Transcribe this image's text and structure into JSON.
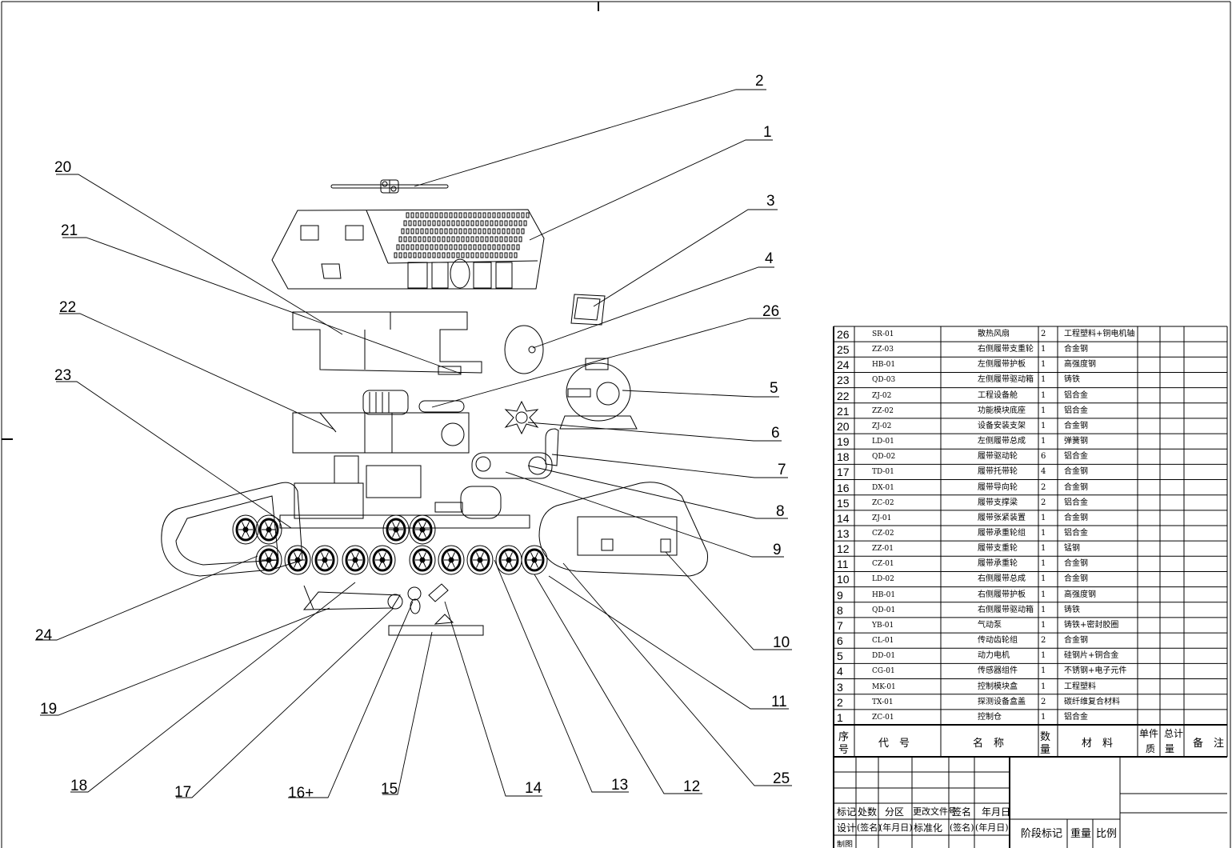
{
  "callouts": [
    {
      "text": "2"
    },
    {
      "text": "1"
    },
    {
      "text": "3"
    },
    {
      "text": "4"
    },
    {
      "text": "26"
    },
    {
      "text": "5"
    },
    {
      "text": "6"
    },
    {
      "text": "7"
    },
    {
      "text": "8"
    },
    {
      "text": "9"
    },
    {
      "text": "10"
    },
    {
      "text": "11"
    },
    {
      "text": "25"
    },
    {
      "text": "12"
    },
    {
      "text": "13"
    },
    {
      "text": "14"
    },
    {
      "text": "15"
    },
    {
      "text": "16+"
    },
    {
      "text": "17"
    },
    {
      "text": "18"
    },
    {
      "text": "19"
    },
    {
      "text": "24"
    },
    {
      "text": "23"
    },
    {
      "text": "22"
    },
    {
      "text": "21"
    },
    {
      "text": "20"
    }
  ],
  "bom": {
    "rows": [
      {
        "no": "26",
        "code": "SR-01",
        "name": "散热风扇",
        "qty": "2",
        "material": "工程塑料+铜电机轴"
      },
      {
        "no": "25",
        "code": "ZZ-03",
        "name": "右侧履带支重轮",
        "qty": "1",
        "material": "合金钢"
      },
      {
        "no": "24",
        "code": "HB-01",
        "name": "左侧履带护板",
        "qty": "1",
        "material": "高强度钢"
      },
      {
        "no": "23",
        "code": "QD-03",
        "name": "左侧履带驱动箱",
        "qty": "1",
        "material": "铸铁"
      },
      {
        "no": "22",
        "code": "ZJ-02",
        "name": "工程设备舱",
        "qty": "1",
        "material": "铝合金"
      },
      {
        "no": "21",
        "code": "ZZ-02",
        "name": "功能模块底座",
        "qty": "1",
        "material": "铝合金"
      },
      {
        "no": "20",
        "code": "ZJ-02",
        "name": "设备安装支架",
        "qty": "1",
        "material": "合金钢"
      },
      {
        "no": "19",
        "code": "LD-01",
        "name": "左侧履带总成",
        "qty": "1",
        "material": "弹簧钢"
      },
      {
        "no": "18",
        "code": "QD-02",
        "name": "履带驱动轮",
        "qty": "6",
        "material": "铝合金"
      },
      {
        "no": "17",
        "code": "TD-01",
        "name": "履带托带轮",
        "qty": "4",
        "material": "合金钢"
      },
      {
        "no": "16",
        "code": "DX-01",
        "name": "履带导向轮",
        "qty": "2",
        "material": "合金钢"
      },
      {
        "no": "15",
        "code": "ZC-02",
        "name": "履带支撑梁",
        "qty": "2",
        "material": "铝合金"
      },
      {
        "no": "14",
        "code": "ZJ-01",
        "name": "履带张紧装置",
        "qty": "1",
        "material": "合金钢"
      },
      {
        "no": "13",
        "code": "CZ-02",
        "name": "履带承重轮组",
        "qty": "1",
        "material": "铝合金"
      },
      {
        "no": "12",
        "code": "ZZ-01",
        "name": "履带支重轮",
        "qty": "1",
        "material": "锰钢"
      },
      {
        "no": "11",
        "code": "CZ-01",
        "name": "履带承重轮",
        "qty": "1",
        "material": "合金钢"
      },
      {
        "no": "10",
        "code": "LD-02",
        "name": "右侧履带总成",
        "qty": "1",
        "material": "合金钢"
      },
      {
        "no": "9",
        "code": "HB-01",
        "name": "右侧履带护板",
        "qty": "1",
        "material": "高强度钢"
      },
      {
        "no": "8",
        "code": "QD-01",
        "name": "右侧履带驱动箱",
        "qty": "1",
        "material": "铸铁"
      },
      {
        "no": "7",
        "code": "YB-01",
        "name": "气动泵",
        "qty": "1",
        "material": "铸铁+密封胶圈"
      },
      {
        "no": "6",
        "code": "CL-01",
        "name": "传动齿轮组",
        "qty": "2",
        "material": "合金钢"
      },
      {
        "no": "5",
        "code": "DD-01",
        "name": "动力电机",
        "qty": "1",
        "material": "硅钢片+铜合金"
      },
      {
        "no": "4",
        "code": "CG-01",
        "name": "传感器组件",
        "qty": "1",
        "material": "不锈钢+电子元件"
      },
      {
        "no": "3",
        "code": "MK-01",
        "name": "控制模块盒",
        "qty": "1",
        "material": "工程塑料"
      },
      {
        "no": "2",
        "code": "TX-01",
        "name": "探测设备盒盖",
        "qty": "2",
        "material": "碳纤维复合材料"
      },
      {
        "no": "1",
        "code": "ZC-01",
        "name": "控制仓",
        "qty": "1",
        "material": "铝合金"
      }
    ],
    "header": {
      "no_a": "序",
      "no_b": "号",
      "code": "代　号",
      "name": "名　称",
      "qty_a": "数",
      "qty_b": "量",
      "material": "材　料",
      "unit_mass": "单件",
      "total_mass": "总计",
      "mass": "质　量",
      "remark": "备　注"
    }
  },
  "title_block": {
    "row1": [
      "标记",
      "处数",
      "分区",
      "更改文件号",
      "签名",
      "年月日"
    ],
    "row2": [
      "设计",
      "(签名)",
      "(年月日)",
      "标准化",
      "(签名)",
      "(年月日)"
    ],
    "stage": "阶段标记",
    "weight": "重量",
    "scale": "比例",
    "bottom": "制图"
  }
}
